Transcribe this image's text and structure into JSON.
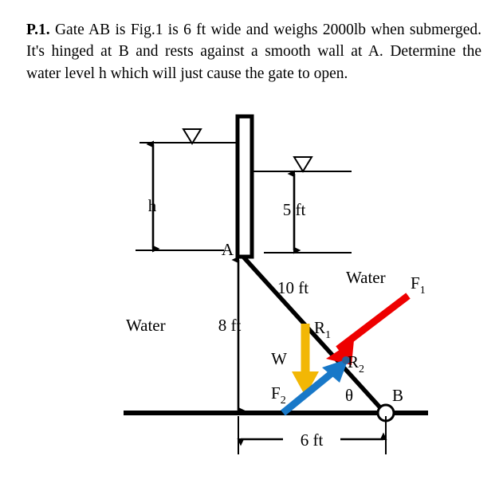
{
  "problem": {
    "number": "P.1.",
    "statement": "Gate AB is Fig.1 is 6 ft wide and weighs 2000lb when submerged. It's hinged at B and rests against a smooth wall at A. Determine the water level h which will just cause the gate to open."
  },
  "figure": {
    "dimensions": {
      "h": "h",
      "right_depth": "5 ft",
      "wall_height": "8 ft",
      "gate_length": "10 ft",
      "base_width": "6 ft"
    },
    "points": {
      "a": "A",
      "b": "B",
      "angle": "θ"
    },
    "labels": {
      "water_left": "Water",
      "water_right": "Water"
    },
    "forces": [
      {
        "name": "F1",
        "label": "F",
        "subscript": "1",
        "color": "#ee0000",
        "description": "hydrostatic-force-left-side"
      },
      {
        "name": "W",
        "label": "W",
        "subscript": "",
        "color": "#f2b705",
        "description": "gate-weight"
      },
      {
        "name": "F2",
        "label": "F",
        "subscript": "2",
        "color": "#1878c8",
        "description": "hydrostatic-force-right-side"
      }
    ],
    "reactions": [
      {
        "name": "R1",
        "label": "R",
        "subscript": "1"
      },
      {
        "name": "R2",
        "label": "R",
        "subscript": "2"
      }
    ],
    "colors": {
      "line": "#000000",
      "background": "#ffffff",
      "force_f1": "#ee0000",
      "force_w": "#f2b705",
      "force_f2": "#1878c8"
    }
  }
}
